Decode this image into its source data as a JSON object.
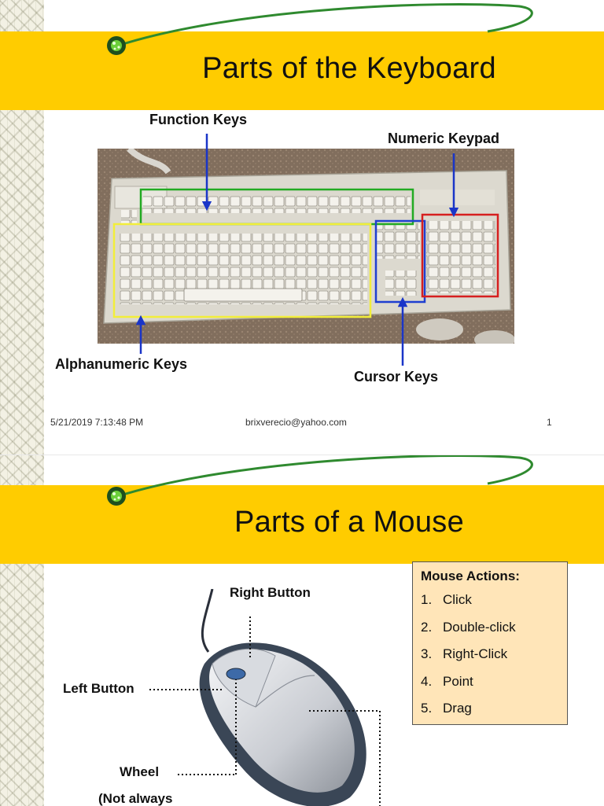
{
  "slide1": {
    "title": "Parts of the Keyboard",
    "labels": {
      "function_keys": "Function Keys",
      "numeric_keypad": "Numeric Keypad",
      "alphanumeric_keys": "Alphanumeric Keys",
      "cursor_keys": "Cursor Keys"
    },
    "footer": {
      "date": "5/21/2019 7:13:48 PM",
      "email": "brixverecio@yahoo.com",
      "page": "1"
    }
  },
  "slide2": {
    "title": "Parts of a Mouse",
    "labels": {
      "right_button": "Right Button",
      "left_button": "Left Button",
      "wheel": "Wheel",
      "wheel_note": "(Not always"
    },
    "actions": {
      "title": "Mouse Actions:",
      "items": [
        {
          "num": "1.",
          "label": "Click"
        },
        {
          "num": "2.",
          "label": "Double-click"
        },
        {
          "num": "3.",
          "label": "Right-Click"
        },
        {
          "num": "4.",
          "label": "Point"
        },
        {
          "num": "5.",
          "label": "Drag"
        }
      ]
    }
  },
  "colors": {
    "title_band": "#ffcc00",
    "swoosh": "#2f8a2f",
    "function_box": "#22aa22",
    "alphanumeric_box": "#f2ee3a",
    "cursor_box": "#1f3fd0",
    "numeric_box": "#d61f1f",
    "arrow": "#1a35c8",
    "actions_box": "#ffe5b8"
  }
}
